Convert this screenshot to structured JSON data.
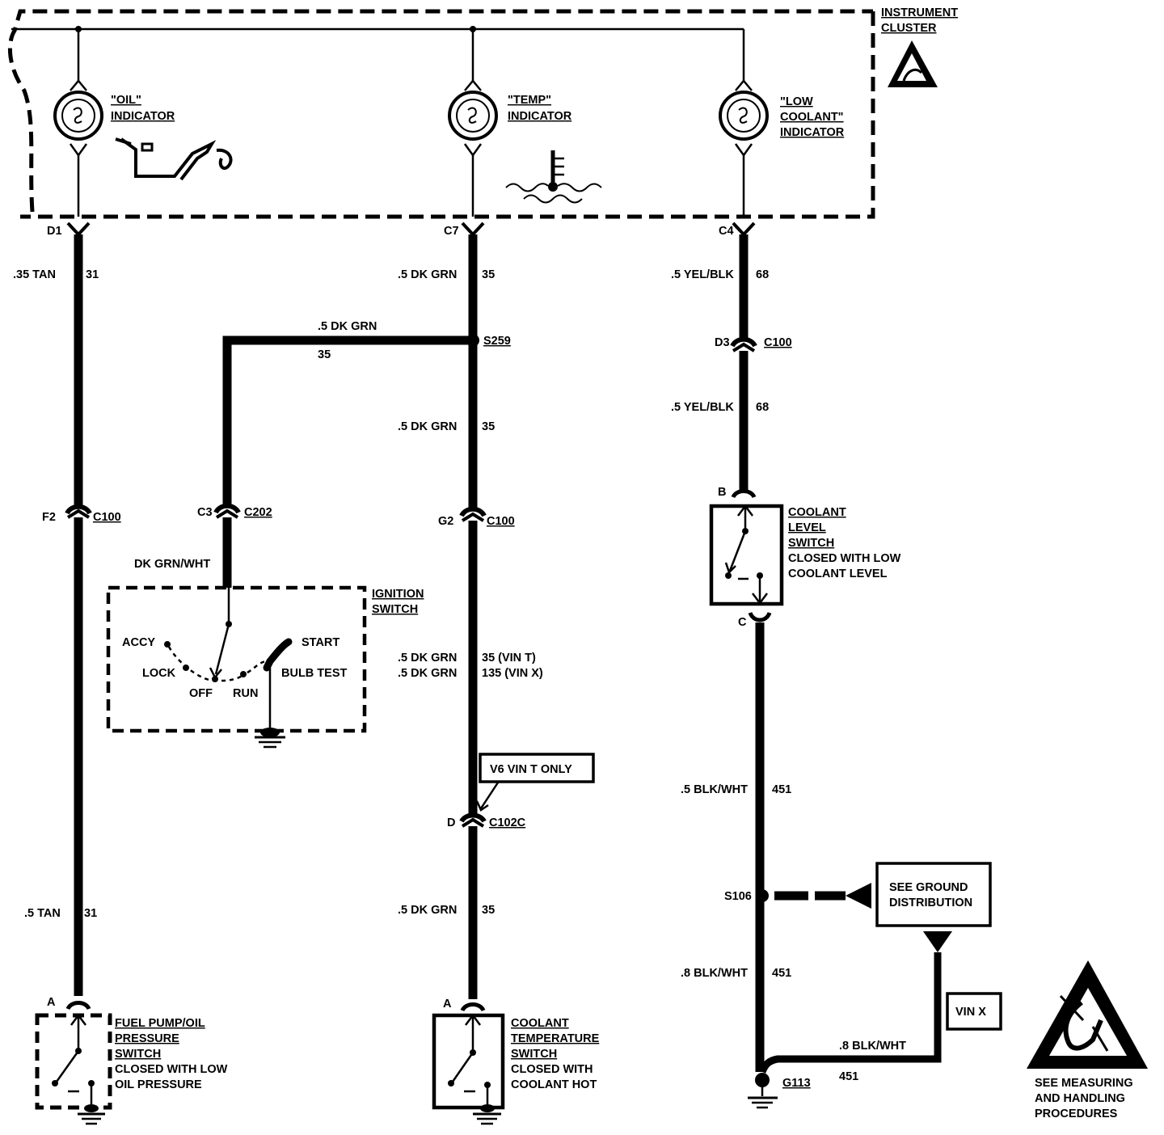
{
  "instrument_cluster": {
    "title_line1": "INSTRUMENT",
    "title_line2": "CLUSTER"
  },
  "indicators": {
    "oil": {
      "line1": "\"OIL\"",
      "line2": "INDICATOR"
    },
    "temp": {
      "line1": "\"TEMP\"",
      "line2": "INDICATOR"
    },
    "low_coolant": {
      "line1": "\"LOW",
      "line2": "COOLANT\"",
      "line3": "INDICATOR"
    }
  },
  "pins": {
    "d1": "D1",
    "c7": "C7",
    "c4": "C4",
    "f2": "F2",
    "c3": "C3",
    "g2": "G2",
    "d3": "D3",
    "b": "B",
    "c": "C",
    "d": "D",
    "a_oil": "A",
    "a_temp": "A"
  },
  "connectors": {
    "c100_f2": "C100",
    "c202": "C202",
    "c100_g2": "C100",
    "c100_d3": "C100",
    "c102c": "C102C"
  },
  "splices": {
    "s259": "S259",
    "s106": "S106"
  },
  "grounds": {
    "g113": "G113"
  },
  "wires": {
    "oil_upper": {
      "gauge": ".35 TAN",
      "circuit": "31"
    },
    "oil_lower": {
      "gauge": ".5 TAN",
      "circuit": "31"
    },
    "temp_upper": {
      "gauge": ".5 DK GRN",
      "circuit": "35"
    },
    "temp_branch": {
      "gauge": ".5 DK GRN",
      "circuit": "35"
    },
    "temp_mid": {
      "gauge": ".5 DK GRN",
      "circuit": "35"
    },
    "temp_vin_t": {
      "gauge": ".5 DK GRN",
      "circuit": "35  (VIN T)"
    },
    "temp_vin_x": {
      "gauge": ".5 DK GRN",
      "circuit": "135  (VIN X)"
    },
    "temp_lower": {
      "gauge": ".5 DK GRN",
      "circuit": "35"
    },
    "coolant_upper": {
      "gauge": ".5 YEL/BLK",
      "circuit": "68"
    },
    "coolant_mid": {
      "gauge": ".5 YEL/BLK",
      "circuit": "68"
    },
    "gnd_upper": {
      "gauge": ".5 BLK/WHT",
      "circuit": "451"
    },
    "gnd_lower": {
      "gauge": ".8 BLK/WHT",
      "circuit": "451"
    },
    "gnd_vinx": {
      "gauge": ".8 BLK/WHT",
      "circuit": "451"
    },
    "ign_lead": "DK GRN/WHT"
  },
  "ignition_switch": {
    "title_line1": "IGNITION",
    "title_line2": "SWITCH",
    "positions": {
      "accy": "ACCY",
      "lock": "LOCK",
      "off": "OFF",
      "run": "RUN",
      "start": "START",
      "bulb_test": "BULB TEST"
    }
  },
  "coolant_level_switch": {
    "line1": "COOLANT",
    "line2": "LEVEL",
    "line3": "SWITCH",
    "line4": "CLOSED WITH LOW",
    "line5": "COOLANT LEVEL"
  },
  "oil_pressure_switch": {
    "line1": "FUEL PUMP/OIL",
    "line2": "PRESSURE",
    "line3": "SWITCH",
    "line4": "CLOSED WITH LOW",
    "line5": "OIL PRESSURE"
  },
  "coolant_temp_switch": {
    "line1": "COOLANT",
    "line2": "TEMPERATURE",
    "line3": "SWITCH",
    "line4": "CLOSED WITH",
    "line5": "COOLANT HOT"
  },
  "notes": {
    "v6_vin_t_only": "V6  VIN T ONLY",
    "see_ground_line1": "SEE GROUND",
    "see_ground_line2": "DISTRIBUTION",
    "vin_x": "VIN  X",
    "esd_line1": "SEE MEASURING",
    "esd_line2": "AND HANDLING",
    "esd_line3": "PROCEDURES"
  },
  "icon_names": [
    "oil-can-icon",
    "thermometer-icon",
    "esd-warning-icon",
    "ground-symbol-icon",
    "bulb-icon"
  ]
}
